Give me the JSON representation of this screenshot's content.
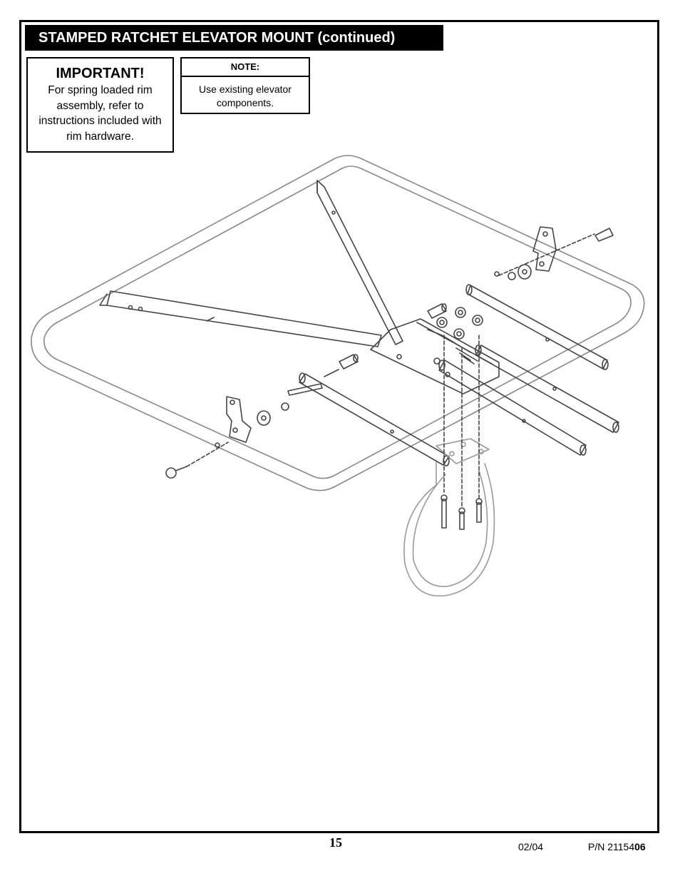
{
  "page": {
    "title": "STAMPED RATCHET ELEVATOR MOUNT (continued)",
    "page_number": "15",
    "date": "02/04",
    "part_number_prefix": "P/N 21154",
    "part_number_suffix": "06"
  },
  "important": {
    "heading": "IMPORTANT!",
    "text": "For spring loaded rim assembly, refer to instructions included with rim hardware."
  },
  "note": {
    "heading": "NOTE:",
    "text": "Use existing elevator components."
  }
}
